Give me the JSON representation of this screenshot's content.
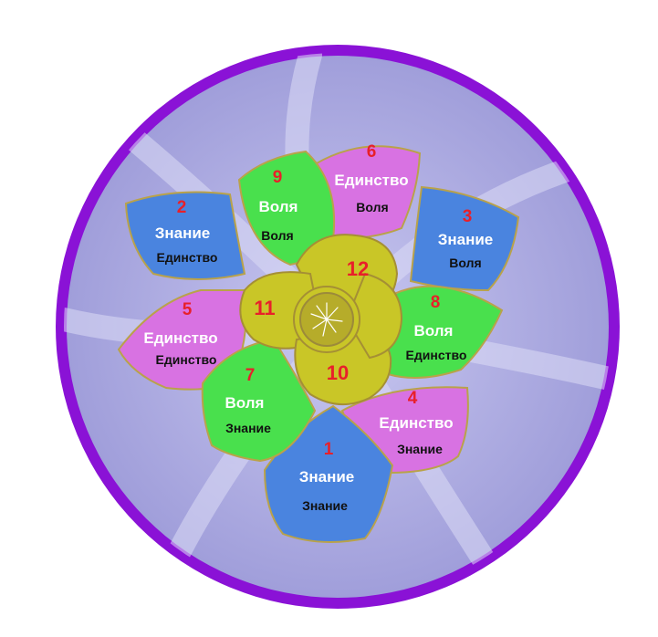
{
  "colors": {
    "ring": "#8a12d6",
    "disc": "#a9a8de",
    "blue": "#4a84df",
    "green": "#49e04d",
    "pink": "#d872e2",
    "yellow": "#c9c627",
    "number": "#e8202a"
  },
  "petals": [
    {
      "num": "1",
      "line1": "Знание",
      "line2": "Знание",
      "color": "blue"
    },
    {
      "num": "2",
      "line1": "Знание",
      "line2": "Единство",
      "color": "blue"
    },
    {
      "num": "3",
      "line1": "Знание",
      "line2": "Воля",
      "color": "blue"
    },
    {
      "num": "4",
      "line1": "Единство",
      "line2": "Знание",
      "color": "pink"
    },
    {
      "num": "5",
      "line1": "Единство",
      "line2": "Единство",
      "color": "pink"
    },
    {
      "num": "6",
      "line1": "Единство",
      "line2": "Воля",
      "color": "pink"
    },
    {
      "num": "7",
      "line1": "Воля",
      "line2": "Знание",
      "color": "green"
    },
    {
      "num": "8",
      "line1": "Воля",
      "line2": "Единство",
      "color": "green"
    },
    {
      "num": "9",
      "line1": "Воля",
      "line2": "Воля",
      "color": "green"
    }
  ],
  "inner": [
    {
      "num": "10"
    },
    {
      "num": "11"
    },
    {
      "num": "12"
    }
  ]
}
